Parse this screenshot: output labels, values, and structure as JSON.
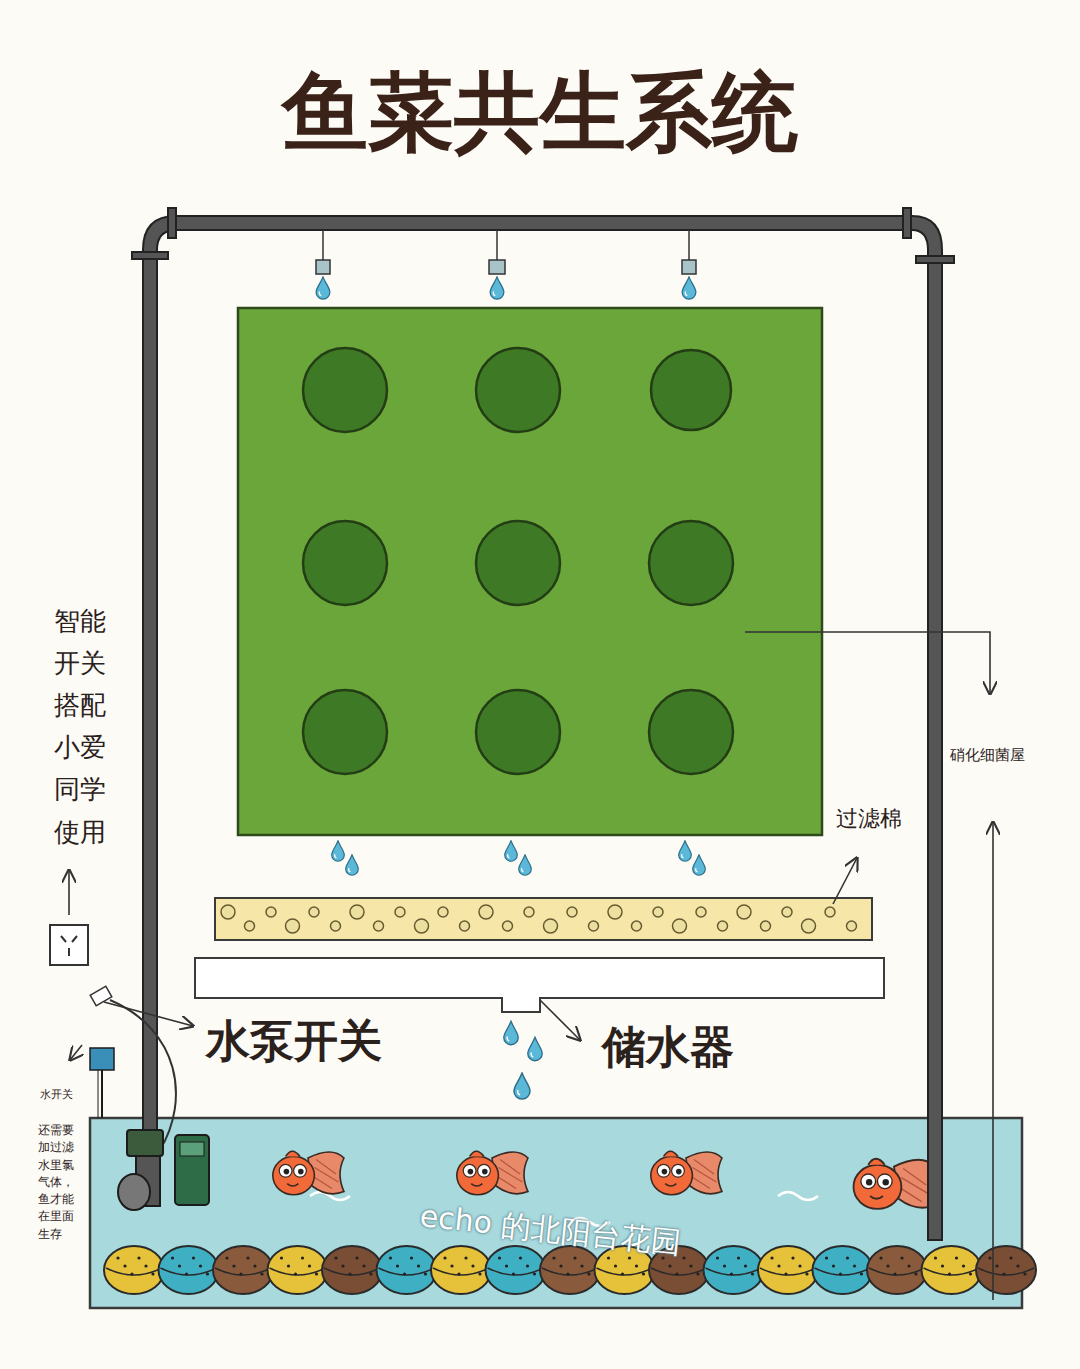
{
  "diagram": {
    "title": "鱼菜共生系统",
    "labels": [
      "智能开关搭配小爱同学使用",
      "水泵开关",
      "储水器",
      "过滤棉",
      "硝化细菌屋",
      "水开关",
      "还需要加过滤水里氯气体，鱼才能在里面生存",
      "echo 的北阳台花园"
    ]
  }
}
